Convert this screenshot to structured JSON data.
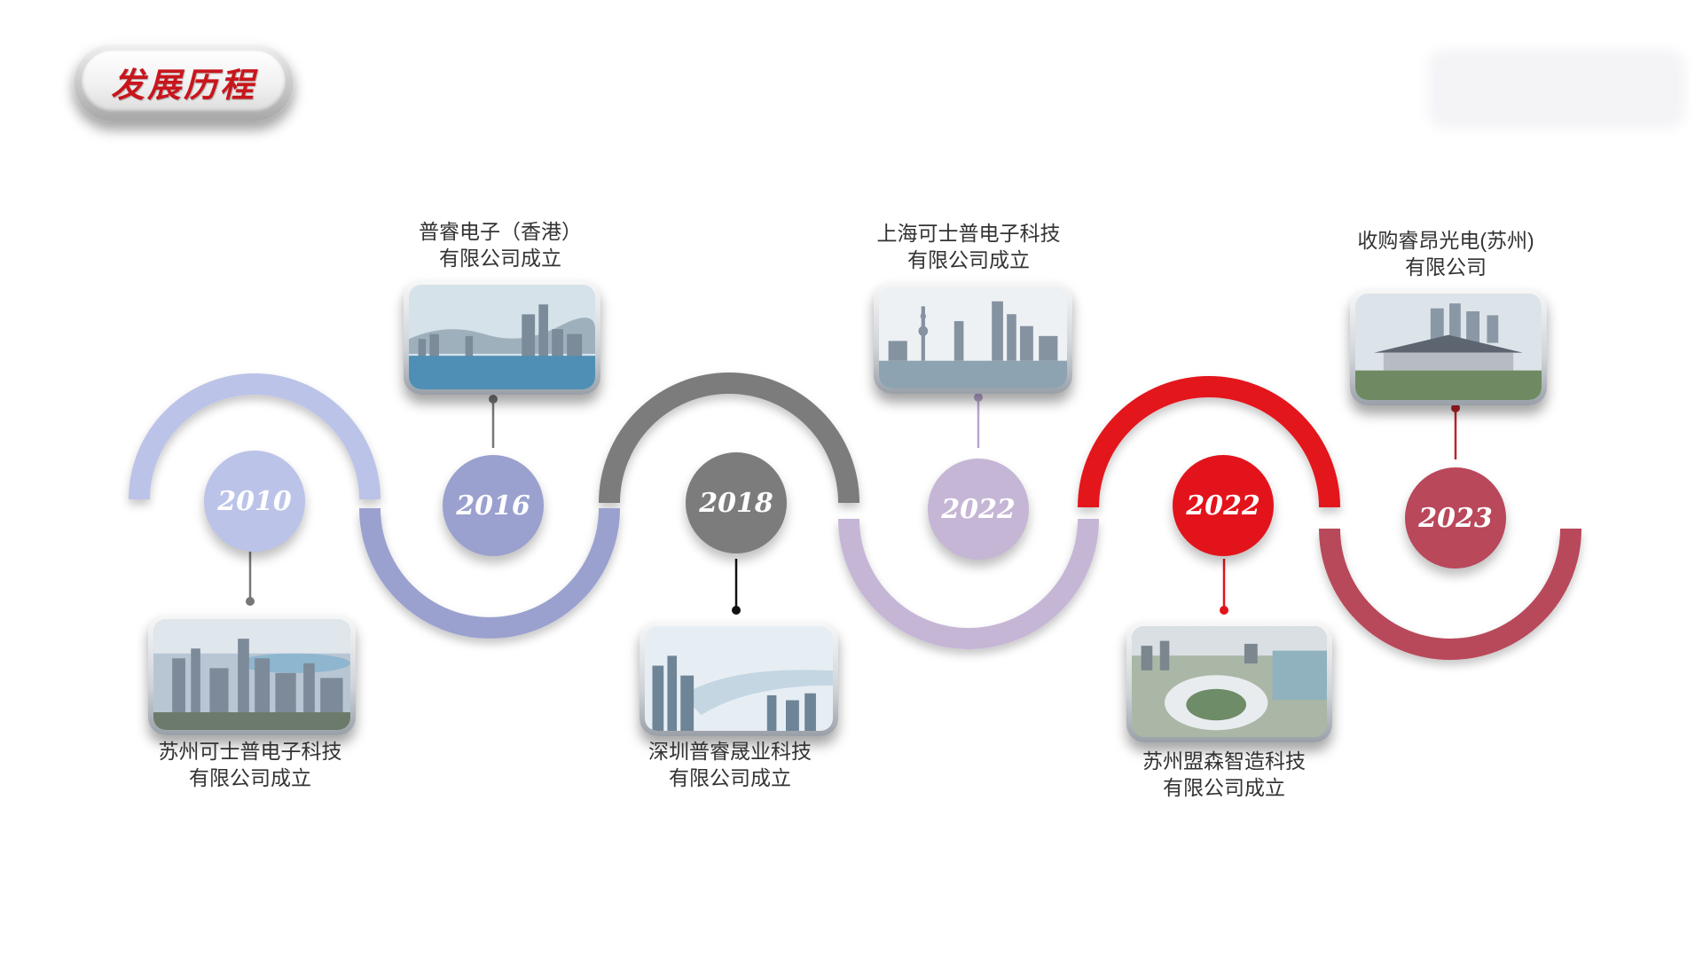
{
  "title": "发展历程",
  "milestones": [
    {
      "year": "2010",
      "line1": "苏州可士普电子科技",
      "line2": "有限公司成立",
      "color": "#bcc3e8",
      "photo": "suzhou-skyline-photo"
    },
    {
      "year": "2016",
      "line1": "普睿电子（香港）",
      "line2": "有限公司成立",
      "color": "#9aa1cf",
      "photo": "hongkong-harbor-photo"
    },
    {
      "year": "2018",
      "line1": "深圳普睿晟业科技",
      "line2": "有限公司成立",
      "color": "#7c7c7c",
      "photo": "shenzhen-river-photo"
    },
    {
      "year": "2022",
      "line1": "上海可士普电子科技",
      "line2": "有限公司成立",
      "color": "#c5b6d6",
      "photo": "shanghai-bund-photo"
    },
    {
      "year": "2022",
      "line1": "苏州盟森智造科技",
      "line2": "有限公司成立",
      "color": "#e3131c",
      "photo": "suzhou-stadium-photo"
    },
    {
      "year": "2023",
      "line1": "收购睿昂光电(苏州)",
      "line2": "有限公司",
      "color": "#b8485a",
      "photo": "convention-center-photo"
    }
  ]
}
